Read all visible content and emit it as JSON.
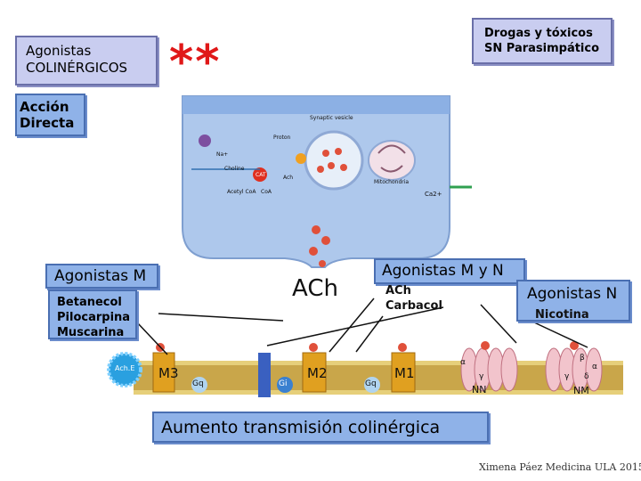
{
  "header": {
    "title_line1": "Agonistas",
    "title_line2": "COLINÉRGICOS",
    "stars": "**",
    "drugs_line1": "Drogas y tóxicos",
    "drugs_line2": "SN Parasimpático"
  },
  "action": {
    "line1": "Acción",
    "line2": "Directa"
  },
  "synapse": {
    "synaptic_vesicle": "Synaptic vesicle",
    "proton": "Proton",
    "na": "Na+",
    "choline": "Choline",
    "cat": "CAT",
    "ach": "Ach",
    "acetyl_coa": "Acetyl CoA",
    "coa": "CoA",
    "mitochondria": "Mitochondria",
    "ca": "Ca2+"
  },
  "agonists_m": {
    "title": "Agonistas M",
    "items": [
      "Betanecol",
      "Pilocarpina",
      "Muscarina"
    ]
  },
  "ach_label": "ACh",
  "agonists_mn": {
    "title": "Agonistas M y N",
    "items": [
      "ACh",
      "Carbacol"
    ]
  },
  "agonists_n": {
    "title": "Agonistas N",
    "items": [
      "Nicotina"
    ]
  },
  "receptors": {
    "ache": "Ach.E",
    "m3": "M3",
    "gq1": "Gq",
    "m2": "M2",
    "gi": "Gi",
    "m1": "M1",
    "gq2": "Gq",
    "nn": "NN",
    "nm": "NM",
    "alpha": "α",
    "gamma": "γ",
    "beta": "β",
    "delta": "δ"
  },
  "result": "Aumento transmisión colinérgica",
  "credit": "Ximena Páez Medicina ULA 2015"
}
